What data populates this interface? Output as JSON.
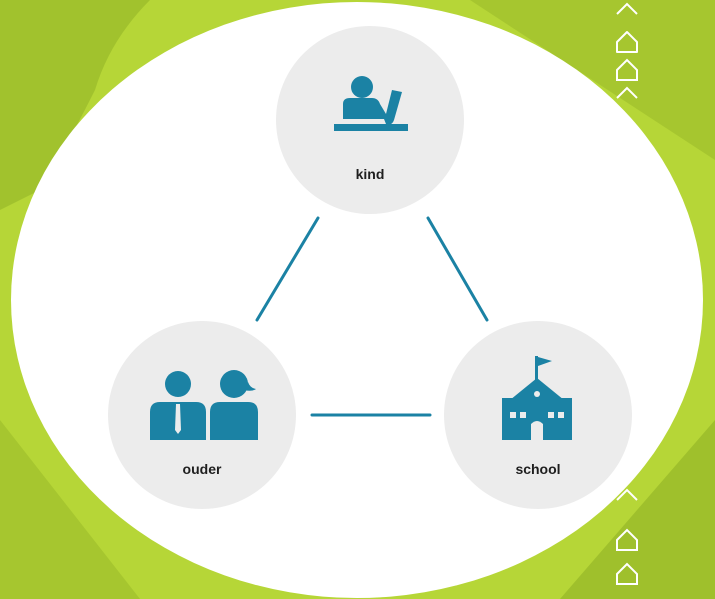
{
  "colors": {
    "background": "#b6d637",
    "background_accent": "#9fc02c",
    "card": "#ffffff",
    "node_fill": "#ececec",
    "icon": "#1b82a4",
    "connector": "#1b82a4",
    "chevron": "#ffffff"
  },
  "icons": {
    "kind": "student-raising-hand-icon",
    "ouder": "parents-icon",
    "school": "school-building-icon"
  },
  "nodes": {
    "kind": {
      "label": "kind"
    },
    "ouder": {
      "label": "ouder"
    },
    "school": {
      "label": "school"
    }
  }
}
